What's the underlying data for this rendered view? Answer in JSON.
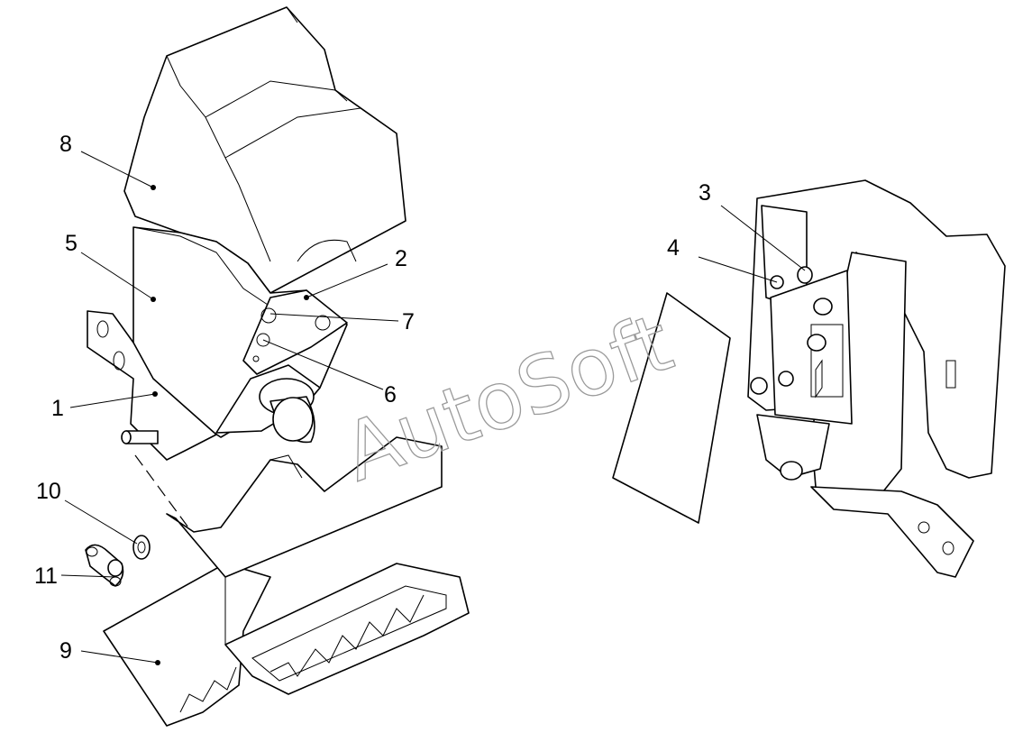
{
  "callouts": [
    {
      "id": "1",
      "label": "1"
    },
    {
      "id": "2",
      "label": "2"
    },
    {
      "id": "3",
      "label": "3"
    },
    {
      "id": "4",
      "label": "4"
    },
    {
      "id": "5",
      "label": "5"
    },
    {
      "id": "6",
      "label": "6"
    },
    {
      "id": "7",
      "label": "7"
    },
    {
      "id": "8",
      "label": "8"
    },
    {
      "id": "9",
      "label": "9"
    },
    {
      "id": "10",
      "label": "10"
    },
    {
      "id": "11",
      "label": "11"
    }
  ],
  "watermark": {
    "text": "AutoSoft"
  }
}
